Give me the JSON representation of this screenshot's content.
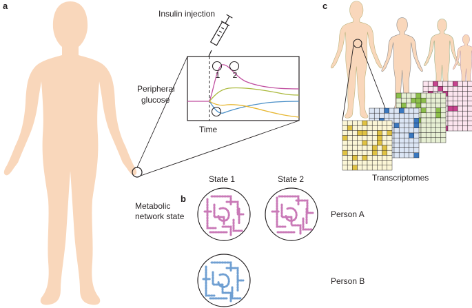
{
  "panels": {
    "a": {
      "letter": "a",
      "injection_label": "Insulin injection",
      "ylabel_line1": "Peripheral",
      "ylabel_line2": "glucose",
      "xlabel": "Time",
      "markers": [
        "1",
        "2"
      ],
      "colors": {
        "skin": "#f9d7bb",
        "magenta": "#c04e9f",
        "olive": "#a9b83a",
        "blue": "#4a8fc7",
        "yellow": "#e7b731",
        "ink": "#231f20"
      }
    },
    "b": {
      "letter": "b",
      "row_label_line1": "Metabolic",
      "row_label_line2": "network state",
      "states": [
        "State 1",
        "State 2"
      ],
      "persons": [
        "Person A",
        "Person B"
      ],
      "colors": {
        "person_a": "#c979b7",
        "person_b": "#6f9fd2"
      }
    },
    "c": {
      "letter": "c",
      "label": "Transcriptomes",
      "body_colors": [
        "#efe6a6",
        "#ffffff",
        "#c9ddb5",
        "#f1c7dc"
      ],
      "grids": [
        {
          "fill": "#fce5ef",
          "accent": "#c7428e"
        },
        {
          "fill": "#e6efd3",
          "accent": "#8cbf4a"
        },
        {
          "fill": "#dce6f5",
          "accent": "#3a78c0"
        },
        {
          "fill": "#fbf6d6",
          "accent": "#e0c242"
        }
      ]
    }
  }
}
